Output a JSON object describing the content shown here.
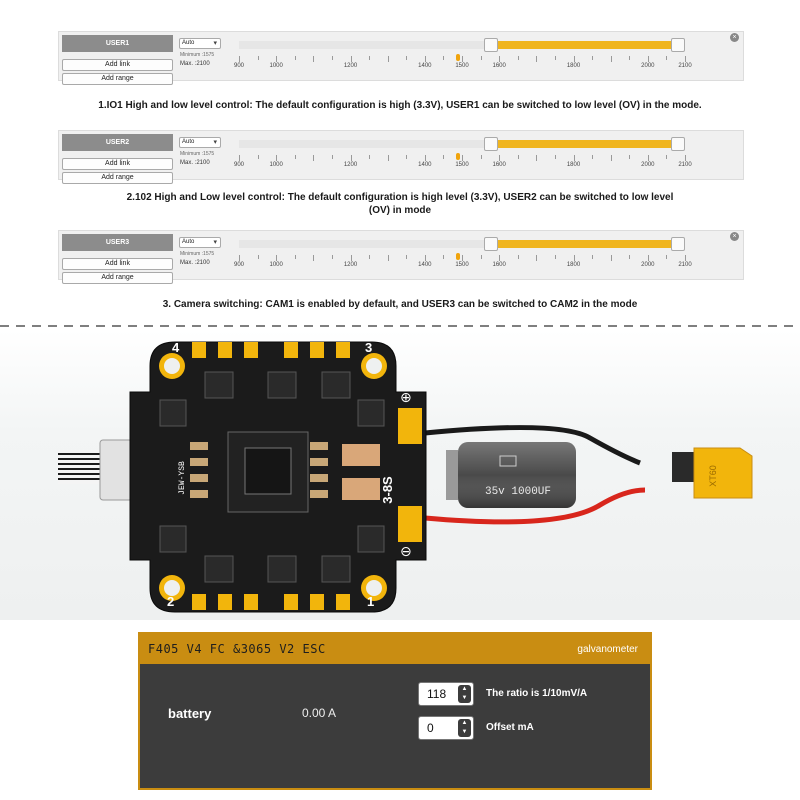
{
  "mode_panels": [
    {
      "name": "USER1",
      "add_link": "Add link",
      "add_range": "Add range",
      "select_value": "Auto",
      "range_min": "Minimum :1575",
      "range_max": "Max. :2100"
    },
    {
      "name": "USER2",
      "add_link": "Add link",
      "add_range": "Add range",
      "select_value": "Auto",
      "range_min": "Minimum :1575",
      "range_max": "Max. :2100"
    },
    {
      "name": "USER3",
      "add_link": "Add link",
      "add_range": "Add range",
      "select_value": "Auto",
      "range_min": "Minimum :1575",
      "range_max": "Max. :2100"
    }
  ],
  "slider": {
    "scale_min": 900,
    "scale_max": 2100,
    "range_low": 1575,
    "range_high": 2100,
    "current": 1500,
    "tick_labels": [
      "900",
      "1000",
      "1200",
      "1400",
      "1500",
      "1600",
      "1800",
      "2000",
      "2100"
    ],
    "fill_color": "#f0b51f",
    "marker_color": "#f0a40d"
  },
  "captions": {
    "c1": "1.IO1 High and low level control: The default configuration is high (3.3V), USER1 can be switched to low level (OV) in the mode.",
    "c2_line1": "2.102 High and Low level control: The default configuration is high level (3.3V), USER2 can be switched to low level",
    "c2_line2": "(OV) in mode",
    "c3": "3. Camera switching: CAM1 is enabled by default, and USER3 can be switched to CAM2 in the mode"
  },
  "board": {
    "corner_numbers": [
      "4",
      "3",
      "2",
      "1"
    ],
    "voltage_label": "3-8S",
    "capacitor_label": "35v 1000UF",
    "connector_label": "XT60",
    "side_label": "JEW-YSB",
    "plus_symbol": "⊕",
    "minus_symbol": "⊖",
    "accent_color": "#f2b50c"
  },
  "galvanometer": {
    "title": "F405 V4 FC &3065 V2 ESC",
    "subtitle": "galvanometer",
    "label": "battery",
    "value": "0.00 A",
    "ratio_value": "118",
    "ratio_label": "The ratio is 1/10mV/A",
    "offset_value": "0",
    "offset_label": "Offset mA",
    "accent_color": "#c98d12"
  }
}
